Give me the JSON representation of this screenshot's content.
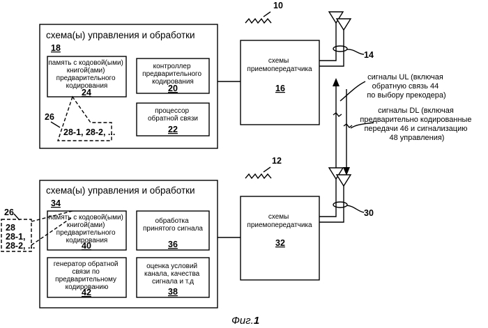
{
  "figure": {
    "caption_prefix": "Фиг.",
    "caption_number": "1"
  },
  "top": {
    "ref": "10",
    "outer_title": "схема(ы) управления и обработки",
    "outer_ref": "18",
    "codebook_lines": [
      "память с кодовой(ыми)",
      "книгой(ами)",
      "предварительного",
      "кодирования"
    ],
    "codebook_ref": "24",
    "controller_lines": [
      "контроллер",
      "предварительного",
      "кодирования"
    ],
    "controller_ref": "20",
    "feedback_proc_lines": [
      "процессор",
      "обратной связи"
    ],
    "feedback_proc_ref": "22",
    "callout_ref": "26",
    "callout_text": "28-1, 28-2, ...",
    "transceiver_lines": [
      "схемы",
      "приемопередатчика"
    ],
    "transceiver_ref": "16",
    "antenna_ref": "14"
  },
  "signals": {
    "ul_lines": [
      "сигналы UL (включая",
      "обратную связь 44",
      "по выбору прекодера)"
    ],
    "dl_lines": [
      "сигналы DL (включая",
      "предварительно кодированные",
      "передачи 46 и сигнализацию",
      "48 управления)"
    ]
  },
  "bottom": {
    "ref": "12",
    "outer_title": "схема(ы) управления и обработки",
    "outer_ref": "34",
    "codebook_lines": [
      "память с кодовой(ыми)",
      "книгой(ами)",
      "предварительного",
      "кодирования"
    ],
    "codebook_ref": "40",
    "rx_proc_lines": [
      "обработка",
      "принятого сигнала"
    ],
    "rx_proc_ref": "36",
    "feedback_gen_lines": [
      "генератор обратной",
      "связи по",
      "предварительному",
      "кодированию"
    ],
    "feedback_gen_ref": "42",
    "estimation_lines": [
      "оценка условий",
      "канала, качества",
      "сигнала и т.д"
    ],
    "estimation_ref": "38",
    "callout_ref": "26",
    "callout_lines": [
      "28",
      "28-1,",
      "28-2, ..."
    ],
    "transceiver_lines": [
      "схемы",
      "приемопередатчика"
    ],
    "transceiver_ref": "32",
    "antenna_ref": "30"
  }
}
